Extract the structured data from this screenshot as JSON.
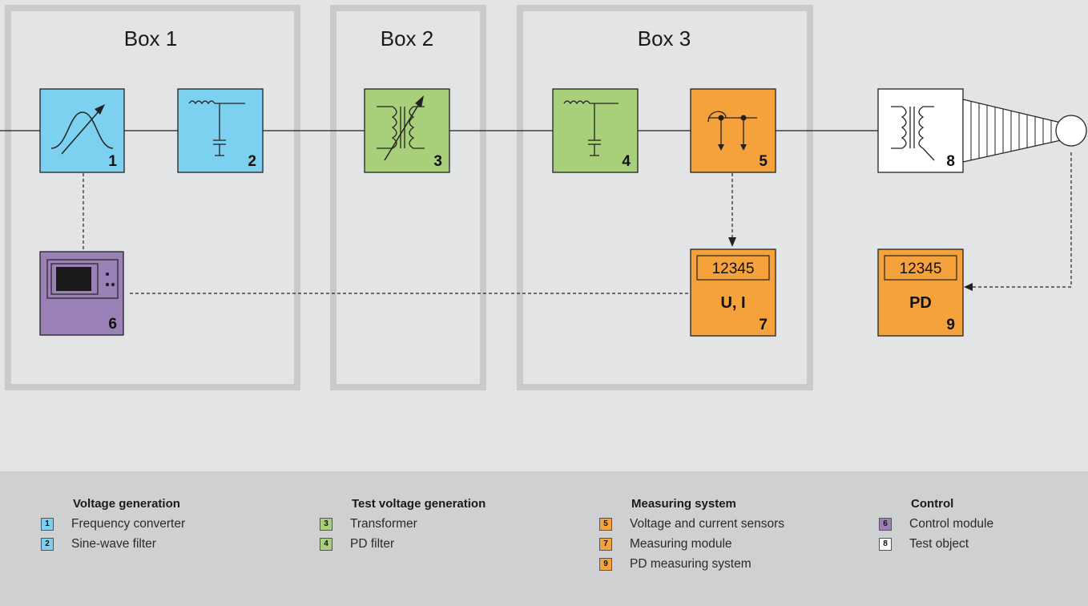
{
  "boxes": [
    {
      "label": "Box 1"
    },
    {
      "label": "Box 2"
    },
    {
      "label": "Box 3"
    }
  ],
  "components": {
    "frequency_converter": {
      "number": "1",
      "color": "#7dd1f0"
    },
    "sinewave_filter": {
      "number": "2",
      "color": "#7dd1f0"
    },
    "transformer": {
      "number": "3",
      "color": "#a8d07a"
    },
    "pd_filter": {
      "number": "4",
      "color": "#a8d07a"
    },
    "vi_sensors": {
      "number": "5",
      "color": "#f5a23d"
    },
    "control_module": {
      "number": "6",
      "color": "#9a82b8"
    },
    "measuring_module": {
      "number": "7",
      "color": "#f5a23d",
      "display": "12345",
      "label": "U, I"
    },
    "test_object": {
      "number": "8",
      "color": "#ffffff"
    },
    "pd_measuring": {
      "number": "9",
      "color": "#f5a23d",
      "display": "12345",
      "label": "PD"
    }
  },
  "legend": [
    {
      "heading": "Voltage generation",
      "items": [
        {
          "num": "1",
          "text": "Frequency converter",
          "color": "#7dd1f0"
        },
        {
          "num": "2",
          "text": "Sine-wave filter",
          "color": "#7dd1f0"
        }
      ]
    },
    {
      "heading": "Test voltage generation",
      "items": [
        {
          "num": "3",
          "text": "Transformer",
          "color": "#a8d07a"
        },
        {
          "num": "4",
          "text": "PD filter",
          "color": "#a8d07a"
        }
      ]
    },
    {
      "heading": "Measuring system",
      "items": [
        {
          "num": "5",
          "text": "Voltage and current sensors",
          "color": "#f5a23d"
        },
        {
          "num": "7",
          "text": "Measuring module",
          "color": "#f5a23d"
        },
        {
          "num": "9",
          "text": "PD measuring system",
          "color": "#f5a23d"
        }
      ]
    },
    {
      "heading": "Control",
      "items": [
        {
          "num": "6",
          "text": "Control module",
          "color": "#9a82b8"
        },
        {
          "num": "8",
          "text": "Test object",
          "color": "#ffffff"
        }
      ]
    }
  ]
}
